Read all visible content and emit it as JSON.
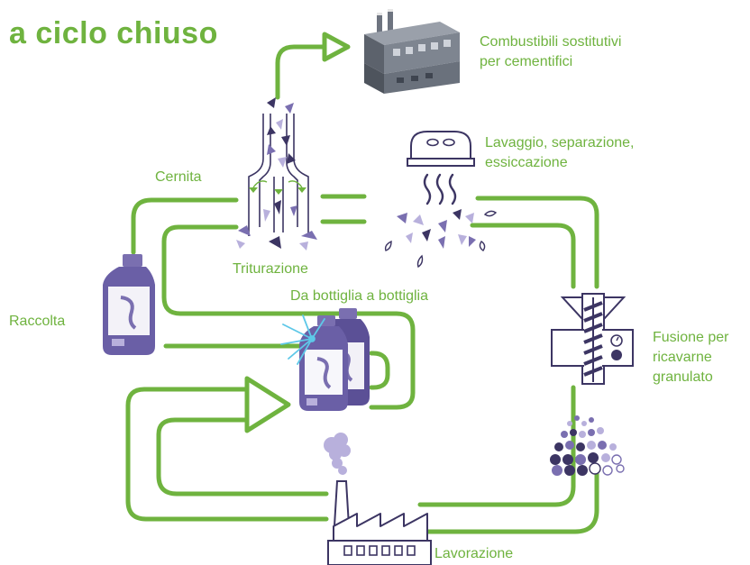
{
  "title": "a ciclo chiuso",
  "labels": {
    "fuel": [
      "Combustibili sostitutivi",
      "per cementifici"
    ],
    "cernita": "Cernita",
    "washing": [
      "Lavaggio, separazione,",
      "essiccazione"
    ],
    "shredding": "Triturazione",
    "bottle_to_bottle": "Da bottiglia a bottiglia",
    "collection": "Raccolta",
    "melting": [
      "Fusione per",
      "ricavarne",
      "granulato"
    ],
    "processing": "Lavorazione"
  },
  "colors": {
    "accent": "#6fb33f",
    "dark": "#3c3563",
    "mid": "#7a6fb0",
    "light": "#b8b0dc",
    "factory_gray": "#6e7480"
  },
  "icons": [
    "factory-building-icon",
    "washer-icon",
    "shredder-icon",
    "bottle-icon",
    "bottles-pair-icon",
    "spark-icon",
    "melting-extruder-icon",
    "granulate-icon",
    "plant-factory-icon"
  ]
}
